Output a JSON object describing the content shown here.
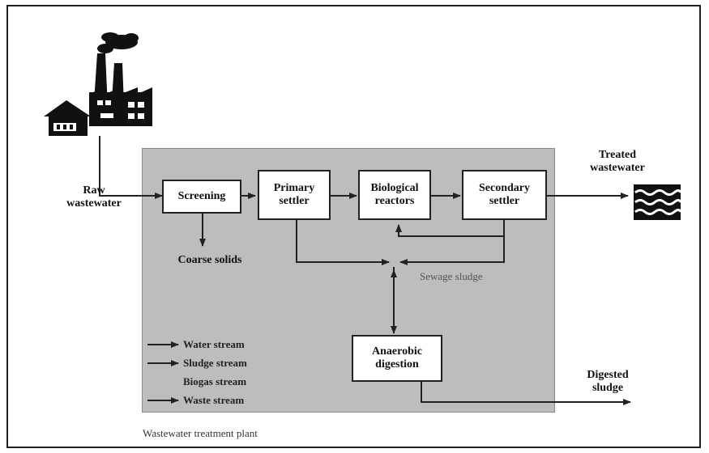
{
  "diagram": {
    "units": {
      "screening": "Screening",
      "primary_settler": "Primary\nsettler",
      "biological_reactors": "Biological\nreactors",
      "secondary_settler": "Secondary\nsettler",
      "anaerobic_digestion": "Anaerobic\ndigestion"
    },
    "labels": {
      "raw_wastewater": "Raw\nwastewater",
      "treated_wastewater": "Treated\nwastewater",
      "coarse_solids": "Coarse solids",
      "sewage_sludge": "Sewage sludge",
      "digested_sludge": "Digested\nsludge",
      "plant_name": "Wastewater treatment plant"
    },
    "legend": [
      {
        "label": "Water stream"
      },
      {
        "label": "Sludge stream"
      },
      {
        "label": "Biogas stream"
      },
      {
        "label": "Waste stream"
      }
    ],
    "icons": {
      "factory": "factory-icon",
      "house": "house-icon",
      "water": "water-waves-icon"
    }
  }
}
